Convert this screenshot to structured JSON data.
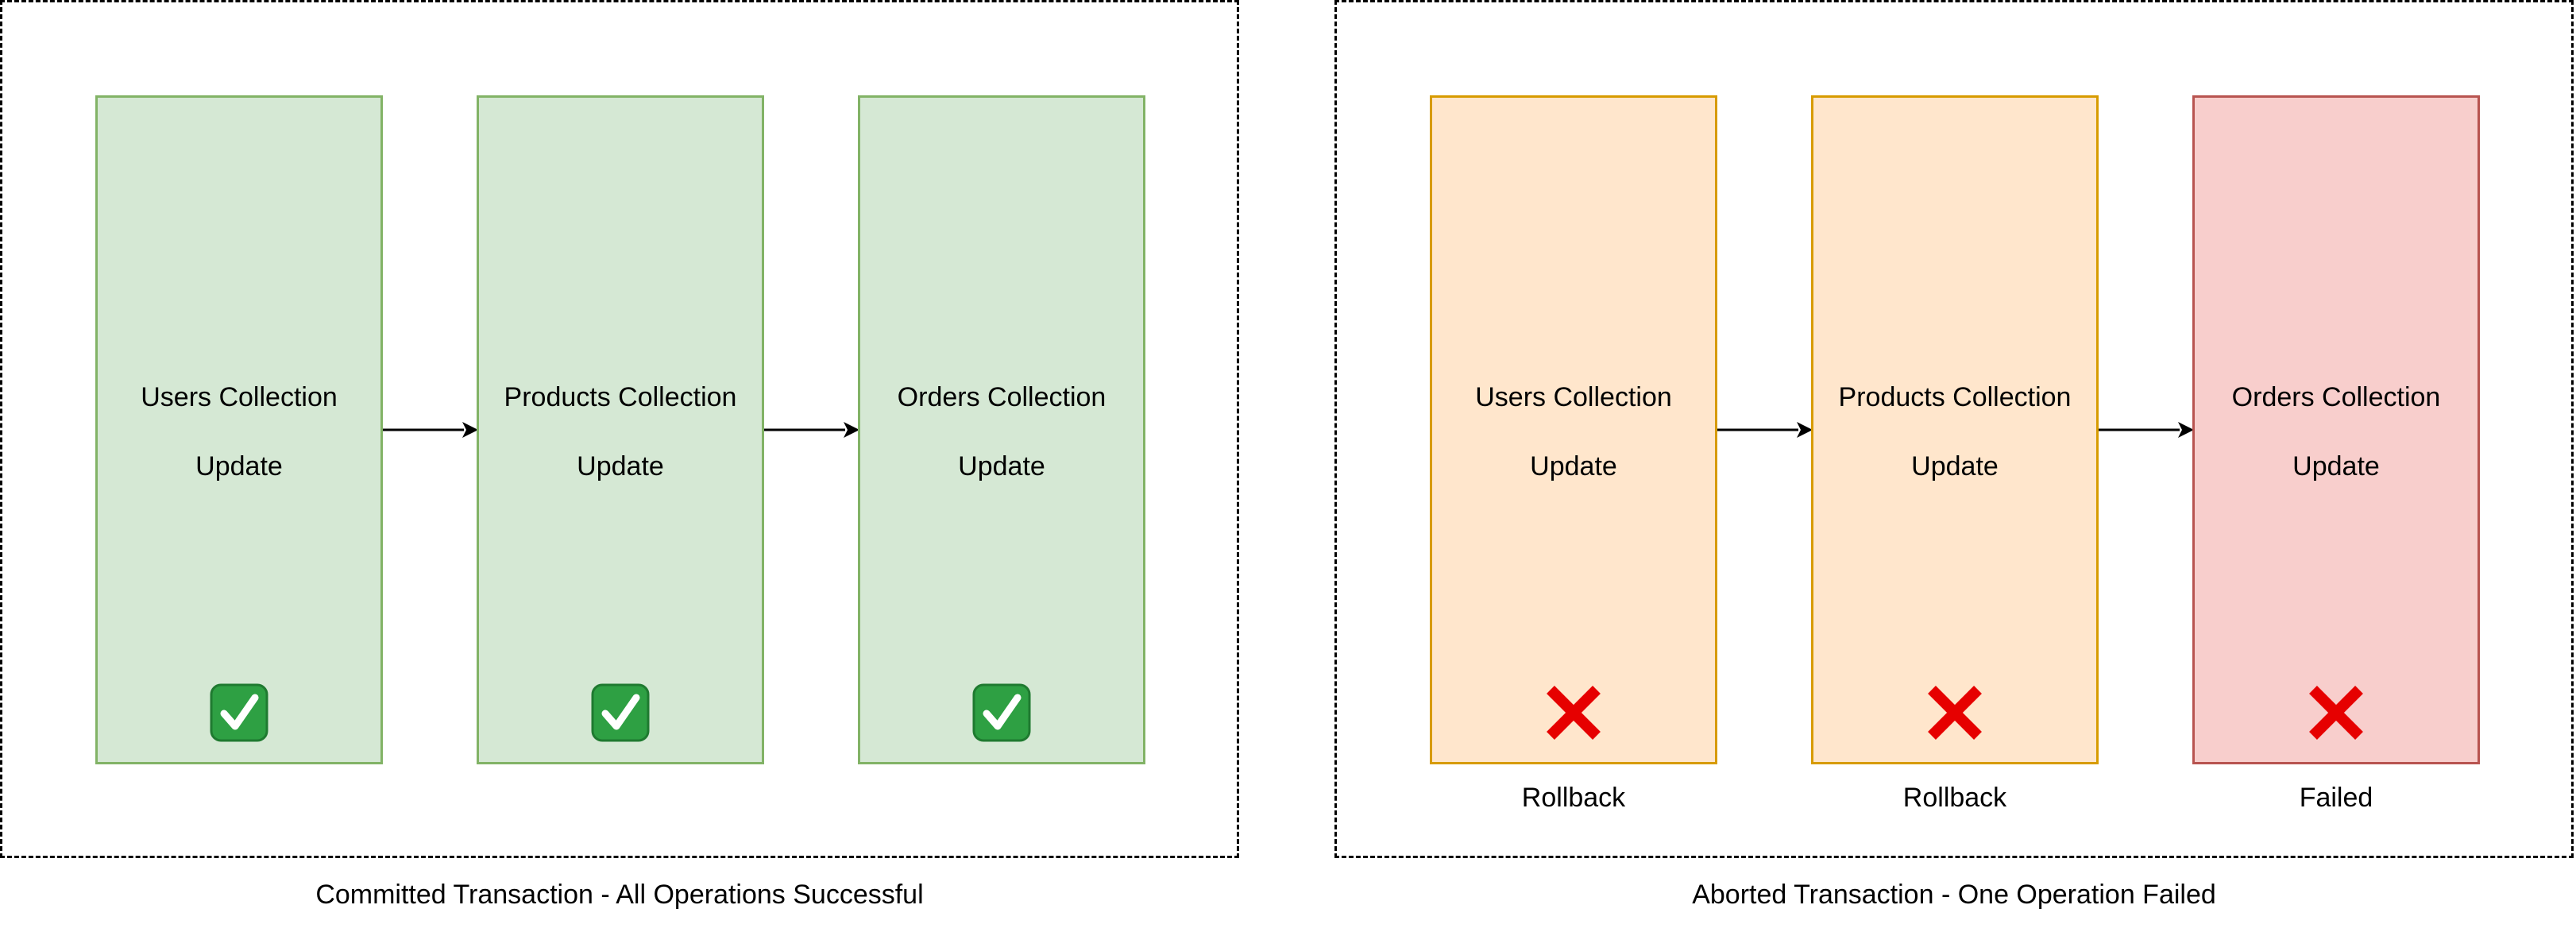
{
  "committed": {
    "caption": "Committed Transaction - All Operations Successful",
    "steps": [
      {
        "title": "Users Collection",
        "action": "Update",
        "status_icon": "check-mark-icon"
      },
      {
        "title": "Products Collection",
        "action": "Update",
        "status_icon": "check-mark-icon"
      },
      {
        "title": "Orders Collection",
        "action": "Update",
        "status_icon": "check-mark-icon"
      }
    ]
  },
  "aborted": {
    "caption": "Aborted Transaction - One Operation Failed",
    "steps": [
      {
        "title": "Users Collection",
        "action": "Update",
        "status_icon": "cross-mark-icon",
        "status_label": "Rollback"
      },
      {
        "title": "Products Collection",
        "action": "Update",
        "status_icon": "cross-mark-icon",
        "status_label": "Rollback"
      },
      {
        "title": "Orders Collection",
        "action": "Update",
        "status_icon": "cross-mark-icon",
        "status_label": "Failed"
      }
    ]
  },
  "colors": {
    "success_fill": "#d5e8d4",
    "success_stroke": "#82b366",
    "rollback_fill": "#ffe6cc",
    "rollback_stroke": "#d79b00",
    "failed_fill": "#f8cecc",
    "failed_stroke": "#b85450",
    "check_green": "#2ea043",
    "cross_red": "#e60000"
  }
}
